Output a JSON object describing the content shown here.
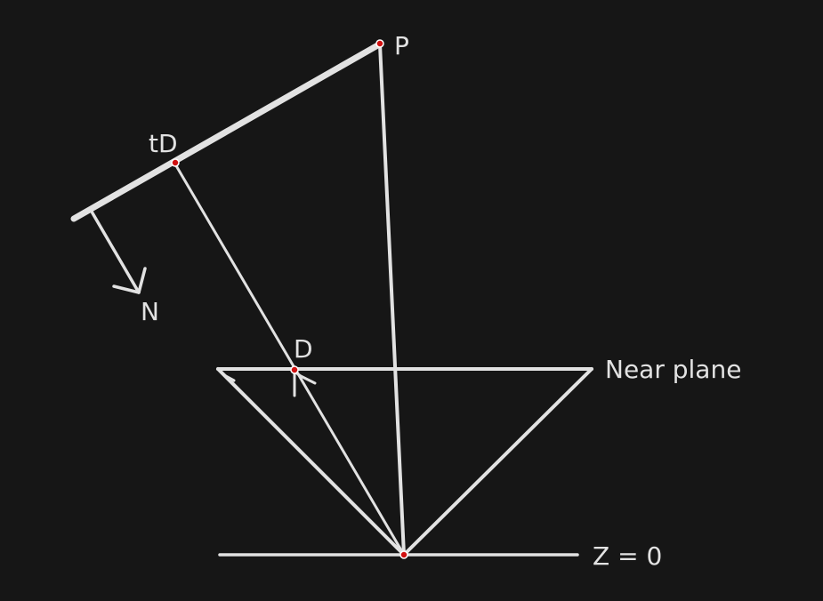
{
  "diagram": {
    "background": "#161616",
    "line_color": "#e2e2e2",
    "point_color": "#d01010",
    "labels": {
      "p": "P",
      "td": "tD",
      "n": "N",
      "d": "D",
      "near_plane": "Near plane",
      "z0": "Z = 0"
    }
  }
}
